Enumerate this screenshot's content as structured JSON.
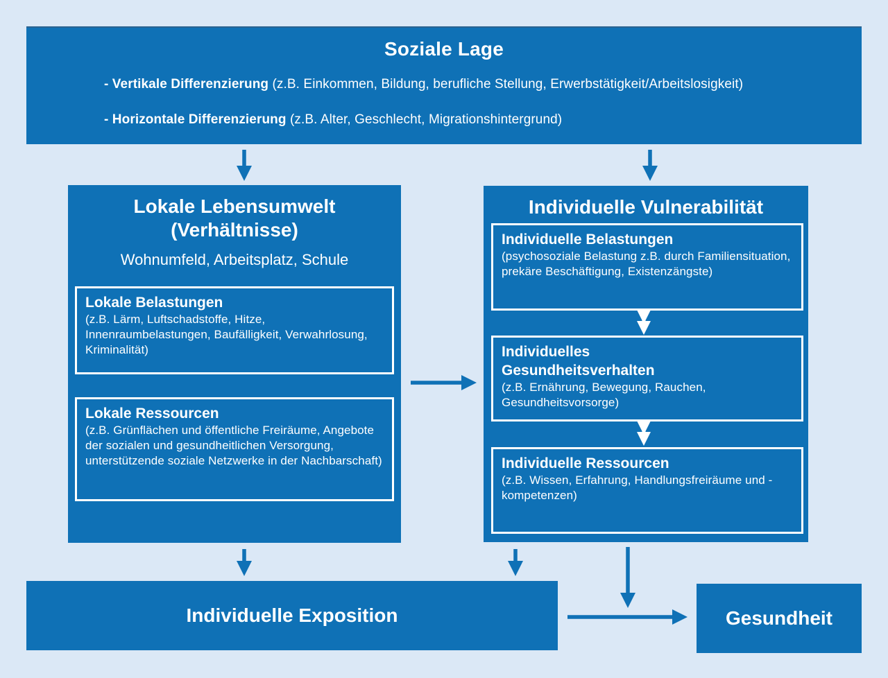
{
  "colors": {
    "background": "#dbe8f6",
    "box_blue": "#0f71b6",
    "text_white": "#ffffff"
  },
  "top_box": {
    "title": "Soziale Lage",
    "bullets": [
      {
        "bold": "- Vertikale Differenzierung",
        "rest": " (z.B. Einkommen, Bildung, berufliche Stellung, Erwerbstätigkeit/Arbeitslosigkeit)"
      },
      {
        "bold": "- Horizontale Differenzierung",
        "rest": " (z.B. Alter, Geschlecht, Migrationshintergrund)"
      }
    ]
  },
  "left_box": {
    "title": "Lokale Lebensumwelt\n(Verhältnisse)",
    "subtitle": "Wohnumfeld, Arbeitsplatz, Schule",
    "belastungen": {
      "heading": "Lokale Belastungen",
      "body": "(z.B. Lärm, Luftschadstoffe, Hitze, Innenraumbelastungen, Baufälligkeit, Verwahrlosung, Kriminalität)"
    },
    "ressourcen": {
      "heading": "Lokale Ressourcen",
      "body": "(z.B. Grünflächen und öffentliche Freiräume, Angebote der sozialen und gesundheitlichen Versorgung, unterstützende soziale Netzwerke in der Nachbarschaft)"
    }
  },
  "right_box": {
    "title": "Individuelle Vulnerabilität",
    "belastungen": {
      "heading": "Individuelle Belastungen",
      "body": "(psychosoziale Belastung z.B. durch Familiensituation, prekäre Beschäftigung, Existenzängste)"
    },
    "verhalten": {
      "heading": "Individuelles\nGesundheitsverhalten",
      "body": "(z.B. Ernährung, Bewegung, Rauchen, Gesundheitsvorsorge)"
    },
    "ressourcen": {
      "heading": "Individuelle Ressourcen",
      "body": "(z.B. Wissen, Erfahrung, Handlungsfreiräume und -kompetenzen)"
    }
  },
  "bottom": {
    "exposition": "Individuelle Exposition",
    "gesundheit": "Gesundheit"
  }
}
